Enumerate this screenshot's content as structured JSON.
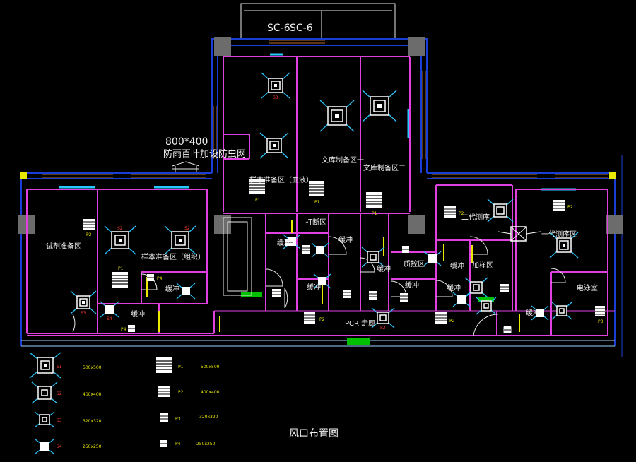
{
  "roof": {
    "units": [
      "SC-6",
      "SC-6"
    ]
  },
  "louver": {
    "size": "800*400",
    "desc": "防雨百叶加设防虫网"
  },
  "rooms": {
    "reagent": "试剂准备区",
    "sample_prep_1": "样本准备区（组织）",
    "sample_prep_2": "样本准备区（血液）",
    "lib_prep_1": "文库制备区一",
    "lib_prep_2": "文库制备区二",
    "fragmentation": "打断区",
    "quality": "质控区",
    "gen2_seq": "二代测序",
    "gen1_seq": "一代测序区",
    "addition": "加样区",
    "electrophoresis": "电泳室",
    "corridor": "PCR 走廊",
    "buffers": [
      "缓冲",
      "缓冲",
      "缓冲",
      "缓冲",
      "缓冲",
      "缓冲",
      "缓冲",
      "缓冲",
      "缓冲",
      "缓冲"
    ]
  },
  "tags": {
    "S1": "S1",
    "S2": "S2",
    "S3": "S3",
    "S4": "S4",
    "P1": "P1",
    "P2": "P2",
    "P3": "P3",
    "P4": "P4"
  },
  "legend": {
    "title": "风口布置图",
    "supply": [
      {
        "tag": "S1",
        "size": "500x500"
      },
      {
        "tag": "S2",
        "size": "400x400"
      },
      {
        "tag": "S3",
        "size": "320x320"
      },
      {
        "tag": "S4",
        "size": "250x250"
      }
    ],
    "return": [
      {
        "tag": "P1",
        "size": "500x500"
      },
      {
        "tag": "P2",
        "size": "400x400"
      },
      {
        "tag": "P3",
        "size": "320x320"
      },
      {
        "tag": "P4",
        "size": "250x250"
      }
    ]
  },
  "colors": {
    "background": "#000000",
    "partition": "#e040e0",
    "structure": "#1b3fd6",
    "diffuser": "#ffffff",
    "diffuser_throw": "#27c7ff",
    "tag": "#ff3b30",
    "green_door": "#00c000",
    "yellow": "#e8e800"
  }
}
